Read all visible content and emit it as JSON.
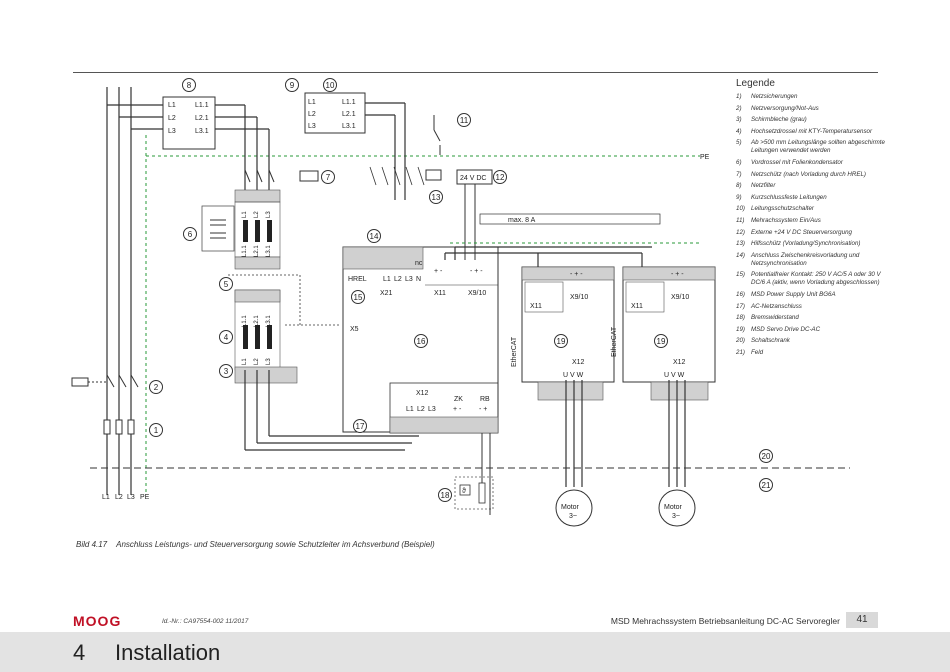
{
  "legend": {
    "title": "Legende",
    "items": [
      {
        "num": "1)",
        "text": "Netzsicherungen"
      },
      {
        "num": "2)",
        "text": "Netzversorgung/Not-Aus"
      },
      {
        "num": "3)",
        "text": "Schirmbleche (grau)"
      },
      {
        "num": "4)",
        "text": "Hochsetzdrossel mit KTY-Temperatursensor"
      },
      {
        "num": "5)",
        "text": "Ab >500 mm Leitungslänge sollten abgeschirmte Leitungen verwendet werden"
      },
      {
        "num": "6)",
        "text": "Vordrossel mit Folienkondensator"
      },
      {
        "num": "7)",
        "text": "Netzschütz (nach Vorladung durch HREL)"
      },
      {
        "num": "8)",
        "text": "Netzfilter"
      },
      {
        "num": "9)",
        "text": "Kurzschlussfeste Leitungen"
      },
      {
        "num": "10)",
        "text": "Leitungsschutzschalter"
      },
      {
        "num": "11)",
        "text": "Mehrachssystem Ein/Aus"
      },
      {
        "num": "12)",
        "text": "Externe +24 V DC Steuerversorgung"
      },
      {
        "num": "13)",
        "text": "Hilfsschütz (Vorladung/Synchronisation)"
      },
      {
        "num": "14)",
        "text": "Anschluss Zwischenkreisvorladung und Netzsynchronisation"
      },
      {
        "num": "15)",
        "text": "Potentialfreier Kontakt: 250 V AC/5 A oder 30 V DC/6 A (aktiv, wenn Vorladung abgeschlossen)"
      },
      {
        "num": "16)",
        "text": "MSD Power Supply Unit BG6A"
      },
      {
        "num": "17)",
        "text": "AC-Netzanschluss"
      },
      {
        "num": "18)",
        "text": "Bremswiderstand"
      },
      {
        "num": "19)",
        "text": "MSD Servo Drive DC-AC"
      },
      {
        "num": "20)",
        "text": "Schaltschrank"
      },
      {
        "num": "21)",
        "text": "Feld"
      }
    ]
  },
  "diagram": {
    "callouts": [
      "1",
      "2",
      "3",
      "4",
      "5",
      "6",
      "7",
      "8",
      "9",
      "10",
      "11",
      "12",
      "13",
      "14",
      "15",
      "16",
      "17",
      "18",
      "19",
      "19",
      "20",
      "21"
    ],
    "line_labels": {
      "pe_right": "PE",
      "bottom": [
        "L1",
        "L2",
        "L3",
        "PE"
      ],
      "filter_in": [
        "L1",
        "L2",
        "L3"
      ],
      "filter_out": [
        "L1.1",
        "L2.1",
        "L3.1"
      ],
      "breaker_in": [
        "L1",
        "L2",
        "L3"
      ],
      "breaker_out": [
        "L1.1",
        "L2.1",
        "L3.1"
      ],
      "choke_top": [
        "L1",
        "L2",
        "L3"
      ],
      "choke_mid": [
        "L1.1",
        "L2.1",
        "L3.1"
      ],
      "choke_low": [
        "L1.1",
        "L2.1",
        "L3.1"
      ],
      "choke_bot": [
        "L1",
        "L2",
        "L3"
      ],
      "psu_top_terminals": [
        "L1",
        "L2",
        "L3",
        "N"
      ],
      "psu_x12_terminals": [
        "L1",
        "L2",
        "L3"
      ],
      "supply_24v": "24 V DC",
      "max_current": "max. 8 A",
      "nc": "nc",
      "hrel": "HREL",
      "x21": "X21",
      "x11": "X11",
      "x9_10": "X9/10",
      "x5": "X5",
      "x12": "X12",
      "zk": "ZK",
      "rb": "RB",
      "zk_polarity": "+ -",
      "rb_polarity": "- +",
      "x11_polarity": "+ -",
      "x9_polarity": "- + -",
      "ethercat": "EtherCAT",
      "uvw": "U V W",
      "motor": "Motor",
      "motor_sub": "3~",
      "brake_symbol": "ϑ"
    }
  },
  "caption": {
    "figure": "Bild 4.17",
    "text": "Anschluss Leistungs- und Steuerversorgung sowie Schutzleiter im Achsverbund (Beispiel)"
  },
  "footer": {
    "logo": "MOOG",
    "docid": "Id.-Nr.: CA97554-002 11/2017",
    "title": "MSD Mehrachssystem Betriebsanleitung DC-AC Servoregler",
    "page": "41",
    "chapter_num": "4",
    "chapter_title": "Installation"
  }
}
